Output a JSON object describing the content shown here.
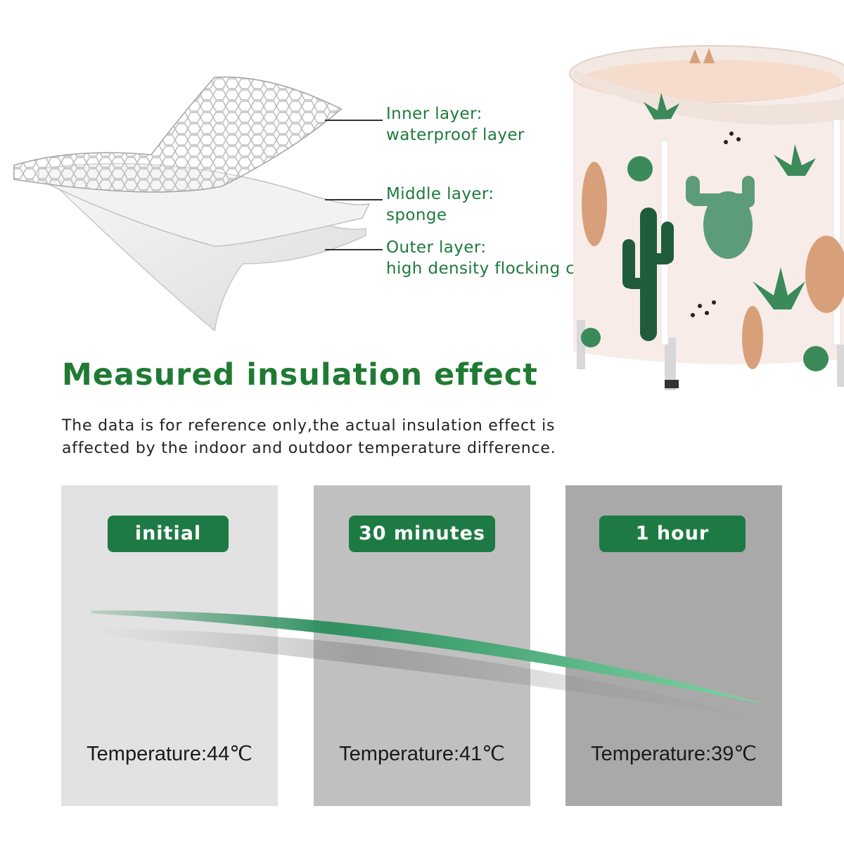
{
  "layers": [
    {
      "line1": "Inner layer:",
      "line2": "waterproof layer"
    },
    {
      "line1": "Middle layer:",
      "line2": "sponge"
    },
    {
      "line1": "Outer layer:",
      "line2": "high density flocking cloth"
    }
  ],
  "headline": "Measured insulation effect",
  "note": {
    "line1": "The data is for reference only,the actual insulation effect is",
    "line2": "affected by the indoor and outdoor temperature difference."
  },
  "panels": [
    {
      "badge": "initial",
      "temperature": "Temperature:44℃",
      "bg": "#e2e2e2"
    },
    {
      "badge": "30 minutes",
      "temperature": "Temperature:41℃",
      "bg": "#c0c0c0"
    },
    {
      "badge": "1 hour",
      "temperature": "Temperature:39℃",
      "bg": "#a9a9a9"
    }
  ],
  "colors": {
    "accent": "#1e7a44",
    "headline": "#1f7a33",
    "label": "#1e7a3c"
  }
}
